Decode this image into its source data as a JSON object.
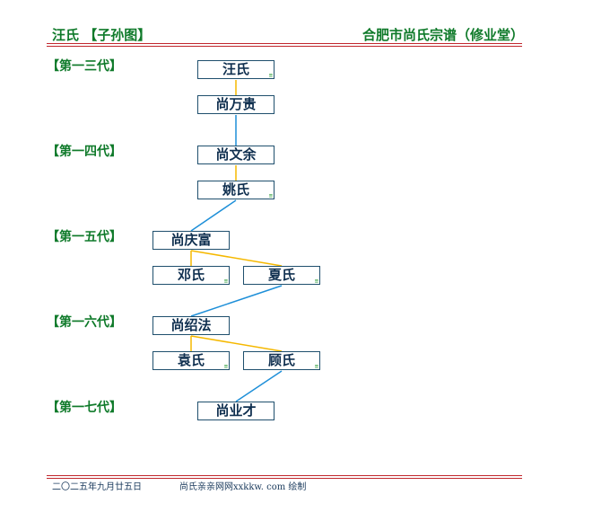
{
  "header": {
    "left_title": "汪氏 【子孙图】",
    "right_title": "合肥市尚氏宗谱（修业堂）"
  },
  "colors": {
    "accent_green": "#0f7a2a",
    "rule_red": "#c1272d",
    "spouse_line": "#f5b800",
    "child_line": "#1e8fd8",
    "box_border": "#1f4f6d"
  },
  "generations": [
    {
      "label": "【第一三代】"
    },
    {
      "label": "【第一四代】"
    },
    {
      "label": "【第一五代】"
    },
    {
      "label": "【第一六代】"
    },
    {
      "label": "【第一七代】"
    }
  ],
  "people": {
    "wangshi": {
      "name": "汪氏",
      "mark": "≡"
    },
    "shang_wangui": {
      "name": "尚万贵"
    },
    "shang_wenyu": {
      "name": "尚文余"
    },
    "yaoshi": {
      "name": "姚氏",
      "mark": "≡"
    },
    "shang_qingfu": {
      "name": "尚庆富"
    },
    "dengshi": {
      "name": "邓氏",
      "mark": "≡"
    },
    "xiashi": {
      "name": "夏氏",
      "mark": "≡"
    },
    "shang_shaofa": {
      "name": "尚绍法"
    },
    "yuanshi": {
      "name": "袁氏",
      "mark": "≡"
    },
    "gushi": {
      "name": "顾氏",
      "mark": "≡"
    },
    "shang_yecai": {
      "name": "尚业才"
    }
  },
  "footer": {
    "date": "二〇二五年九月廿五日",
    "credit": "尚氏亲亲网网xxkkw. com 绘制"
  }
}
